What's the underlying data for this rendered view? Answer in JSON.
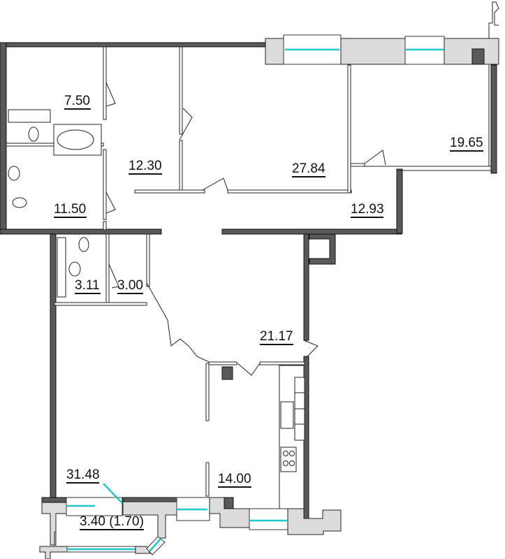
{
  "plan": {
    "rooms": [
      {
        "id": "room-storage",
        "area": "7.50"
      },
      {
        "id": "room-hall-upper",
        "area": "12.30"
      },
      {
        "id": "room-bedroom-large",
        "area": "27.84"
      },
      {
        "id": "room-bedroom-corner",
        "area": "19.65"
      },
      {
        "id": "room-bathroom",
        "area": "11.50"
      },
      {
        "id": "room-corridor",
        "area": "12.93"
      },
      {
        "id": "room-wc",
        "area": "3.11"
      },
      {
        "id": "room-closet",
        "area": "3.00"
      },
      {
        "id": "room-hall",
        "area": "21.17"
      },
      {
        "id": "room-living",
        "area": "31.48"
      },
      {
        "id": "room-kitchen",
        "area": "14.00"
      },
      {
        "id": "room-balcony",
        "area": "3.40 (1.70)"
      }
    ],
    "colors": {
      "wall": "#595959",
      "window_glass": "#1ec8c8",
      "block": "#dcdcdc"
    }
  }
}
